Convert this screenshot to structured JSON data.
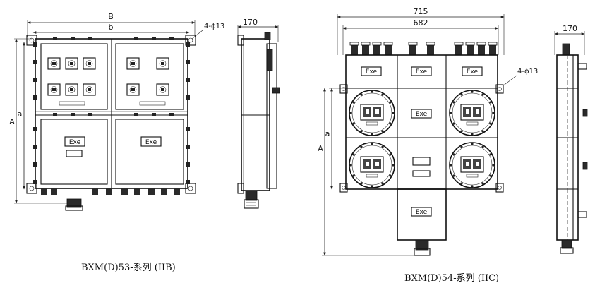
{
  "left_drawing": {
    "dim_B": "B",
    "dim_b": "b",
    "dim_A": "A",
    "dim_a": "a",
    "hole_note": "4-ϕ13",
    "depth": "170",
    "label_upper": "Exe",
    "label_lower": "Exe",
    "caption": "BXM(D)53-系列 (IIB)"
  },
  "right_drawing": {
    "width_outer": "715",
    "width_inner": "682",
    "dim_A": "A",
    "dim_a": "a",
    "hole_note": "4-ϕ13",
    "depth": "170",
    "labels": [
      "Exe",
      "Exe",
      "Exe",
      "Exe",
      "Exe"
    ],
    "caption": "BXM(D)54-系列 (IIC)"
  }
}
